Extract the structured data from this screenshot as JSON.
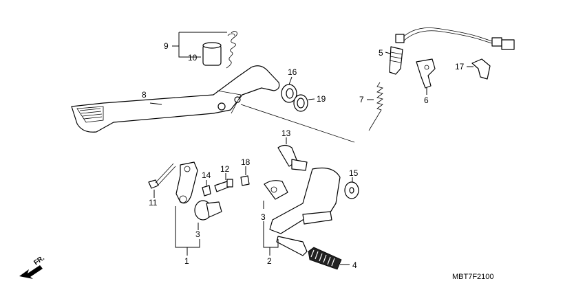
{
  "callouts": {
    "c1": "1",
    "c2": "2",
    "c3a": "3",
    "c3b": "3",
    "c4": "4",
    "c5": "5",
    "c6": "6",
    "c7": "7",
    "c8": "8",
    "c9": "9",
    "c10": "10",
    "c11": "11",
    "c12": "12",
    "c13": "13",
    "c14": "14",
    "c15": "15",
    "c16": "16",
    "c17": "17",
    "c18": "18",
    "c19": "19"
  },
  "front_label": "FR.",
  "diagram_code": "MBT7F2100"
}
